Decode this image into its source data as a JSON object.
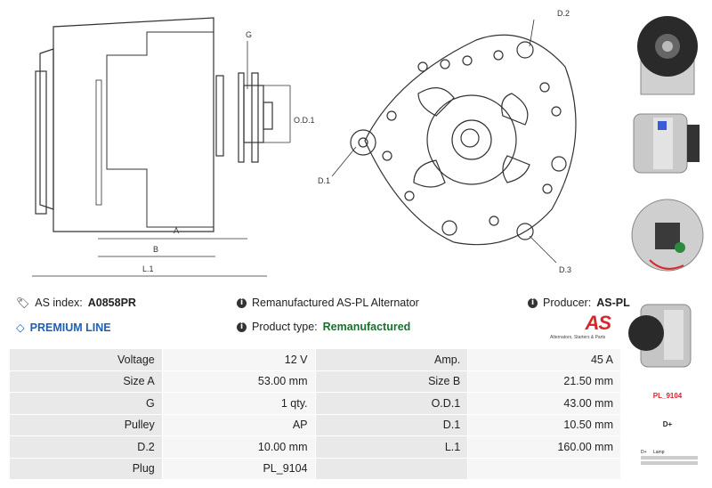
{
  "drawing": {
    "labels": {
      "g": "G",
      "od1": "O.D.1",
      "a": "A",
      "b": "B",
      "l1": "L.1",
      "d1": "D.1",
      "d2": "D.2",
      "d3": "D.3"
    }
  },
  "info": {
    "as_index_label": "AS index:",
    "as_index_value": "A0858PR",
    "description": "Remanufactured AS-PL Alternator",
    "producer_label": "Producer:",
    "producer_value": "AS-PL",
    "premium": "PREMIUM LINE",
    "product_type_label": "Product type:",
    "product_type_value": "Remanufactured",
    "logo_text": "AS",
    "logo_tagline": "Alternators, Starters & Parts"
  },
  "specs": [
    {
      "l1": "Voltage",
      "v1": "12 V",
      "l2": "Amp.",
      "v2": "45 A"
    },
    {
      "l1": "Size A",
      "v1": "53.00 mm",
      "l2": "Size B",
      "v2": "21.50 mm"
    },
    {
      "l1": "G",
      "v1": "1 qty.",
      "l2": "O.D.1",
      "v2": "43.00 mm"
    },
    {
      "l1": "Pulley",
      "v1": "AP",
      "l2": "D.1",
      "v2": "10.50 mm"
    },
    {
      "l1": "D.2",
      "v1": "10.00 mm",
      "l2": "L.1",
      "v2": "160.00 mm"
    },
    {
      "l1": "Plug",
      "v1": "PL_9104",
      "l2": "",
      "v2": ""
    }
  ],
  "plug": {
    "name": "PL_9104",
    "terminal": "D+",
    "lamp_col1": "D+",
    "lamp_col2": "Lamp"
  },
  "colors": {
    "brand_red": "#d8262c",
    "premium_blue": "#1e5fb6",
    "type_green": "#1d6f2d"
  }
}
